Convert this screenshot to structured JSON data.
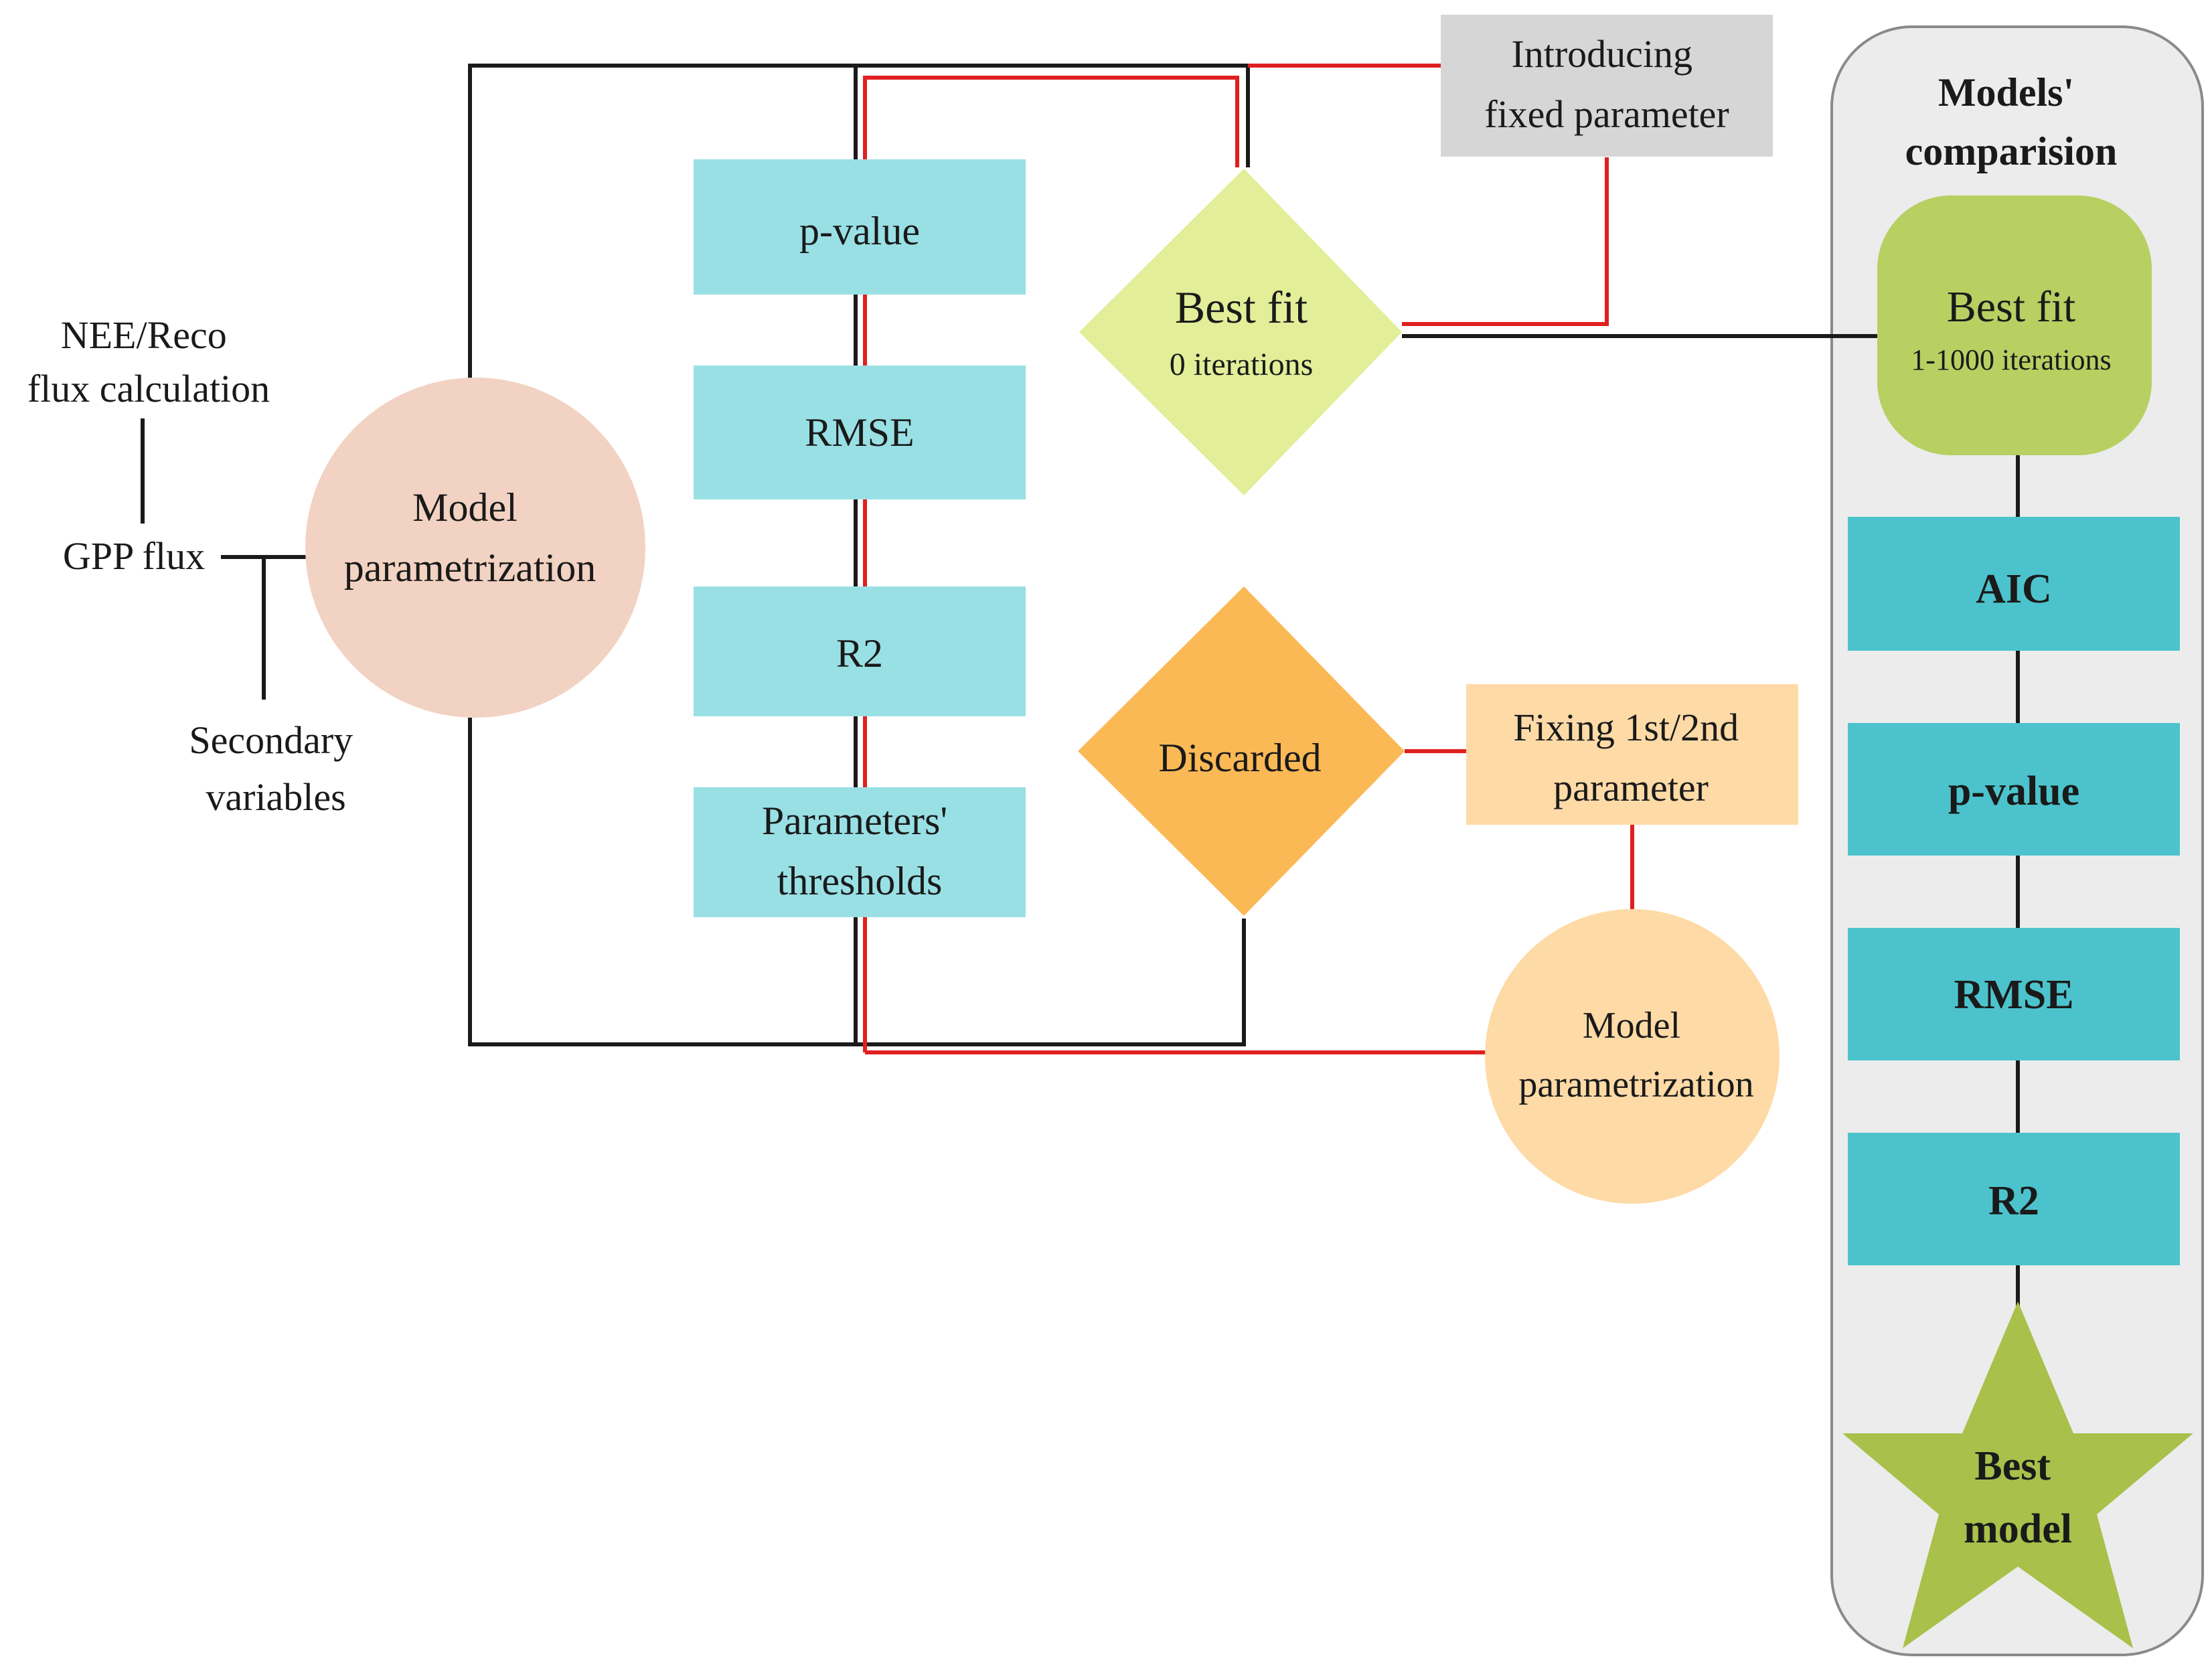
{
  "left_inputs": {
    "nee_reco": [
      "NEE/Reco",
      "flux calculation"
    ],
    "gpp_flux": "GPP flux",
    "secondary": [
      "Secondary",
      "variables"
    ]
  },
  "model_param_main": [
    "Model",
    "parametrization"
  ],
  "criteria": {
    "pvalue": "p-value",
    "rmse": "RMSE",
    "r2": "R2",
    "thresholds": [
      "Parameters'",
      "thresholds"
    ]
  },
  "best_fit_zero": {
    "title": "Best fit",
    "subtitle": "0 iterations"
  },
  "introducing_fixed": [
    "Introducing",
    "fixed parameter"
  ],
  "discarded": "Discarded",
  "fixing_param": [
    "Fixing 1st/2nd",
    "parameter"
  ],
  "model_param_second": [
    "Model",
    "parametrization"
  ],
  "comparison": {
    "title": [
      "Models'",
      "comparision"
    ],
    "best_fit": {
      "title": "Best fit",
      "subtitle": "1-1000 iterations"
    },
    "aic": "AIC",
    "pvalue": "p-value",
    "rmse": "RMSE",
    "r2": "R2",
    "best_model": [
      "Best",
      "model"
    ]
  },
  "colors": {
    "criteria_box": "#99e0e5",
    "comparison_box": "#4cc3cc",
    "model_circle_main": "#f2d2c2",
    "model_circle_second": "#fedaa6",
    "best_fit_diamond": "#e2ee98",
    "discarded_diamond": "#fbb955",
    "fixing_box": "#fedaa6",
    "introducing_box": "#d6d6d6",
    "comparison_panel": "#ececec",
    "best_fit_rounded": "#b8cf62",
    "star": "#a9c04b",
    "red_line": "#e02020",
    "black_line": "#1a1a1a"
  }
}
